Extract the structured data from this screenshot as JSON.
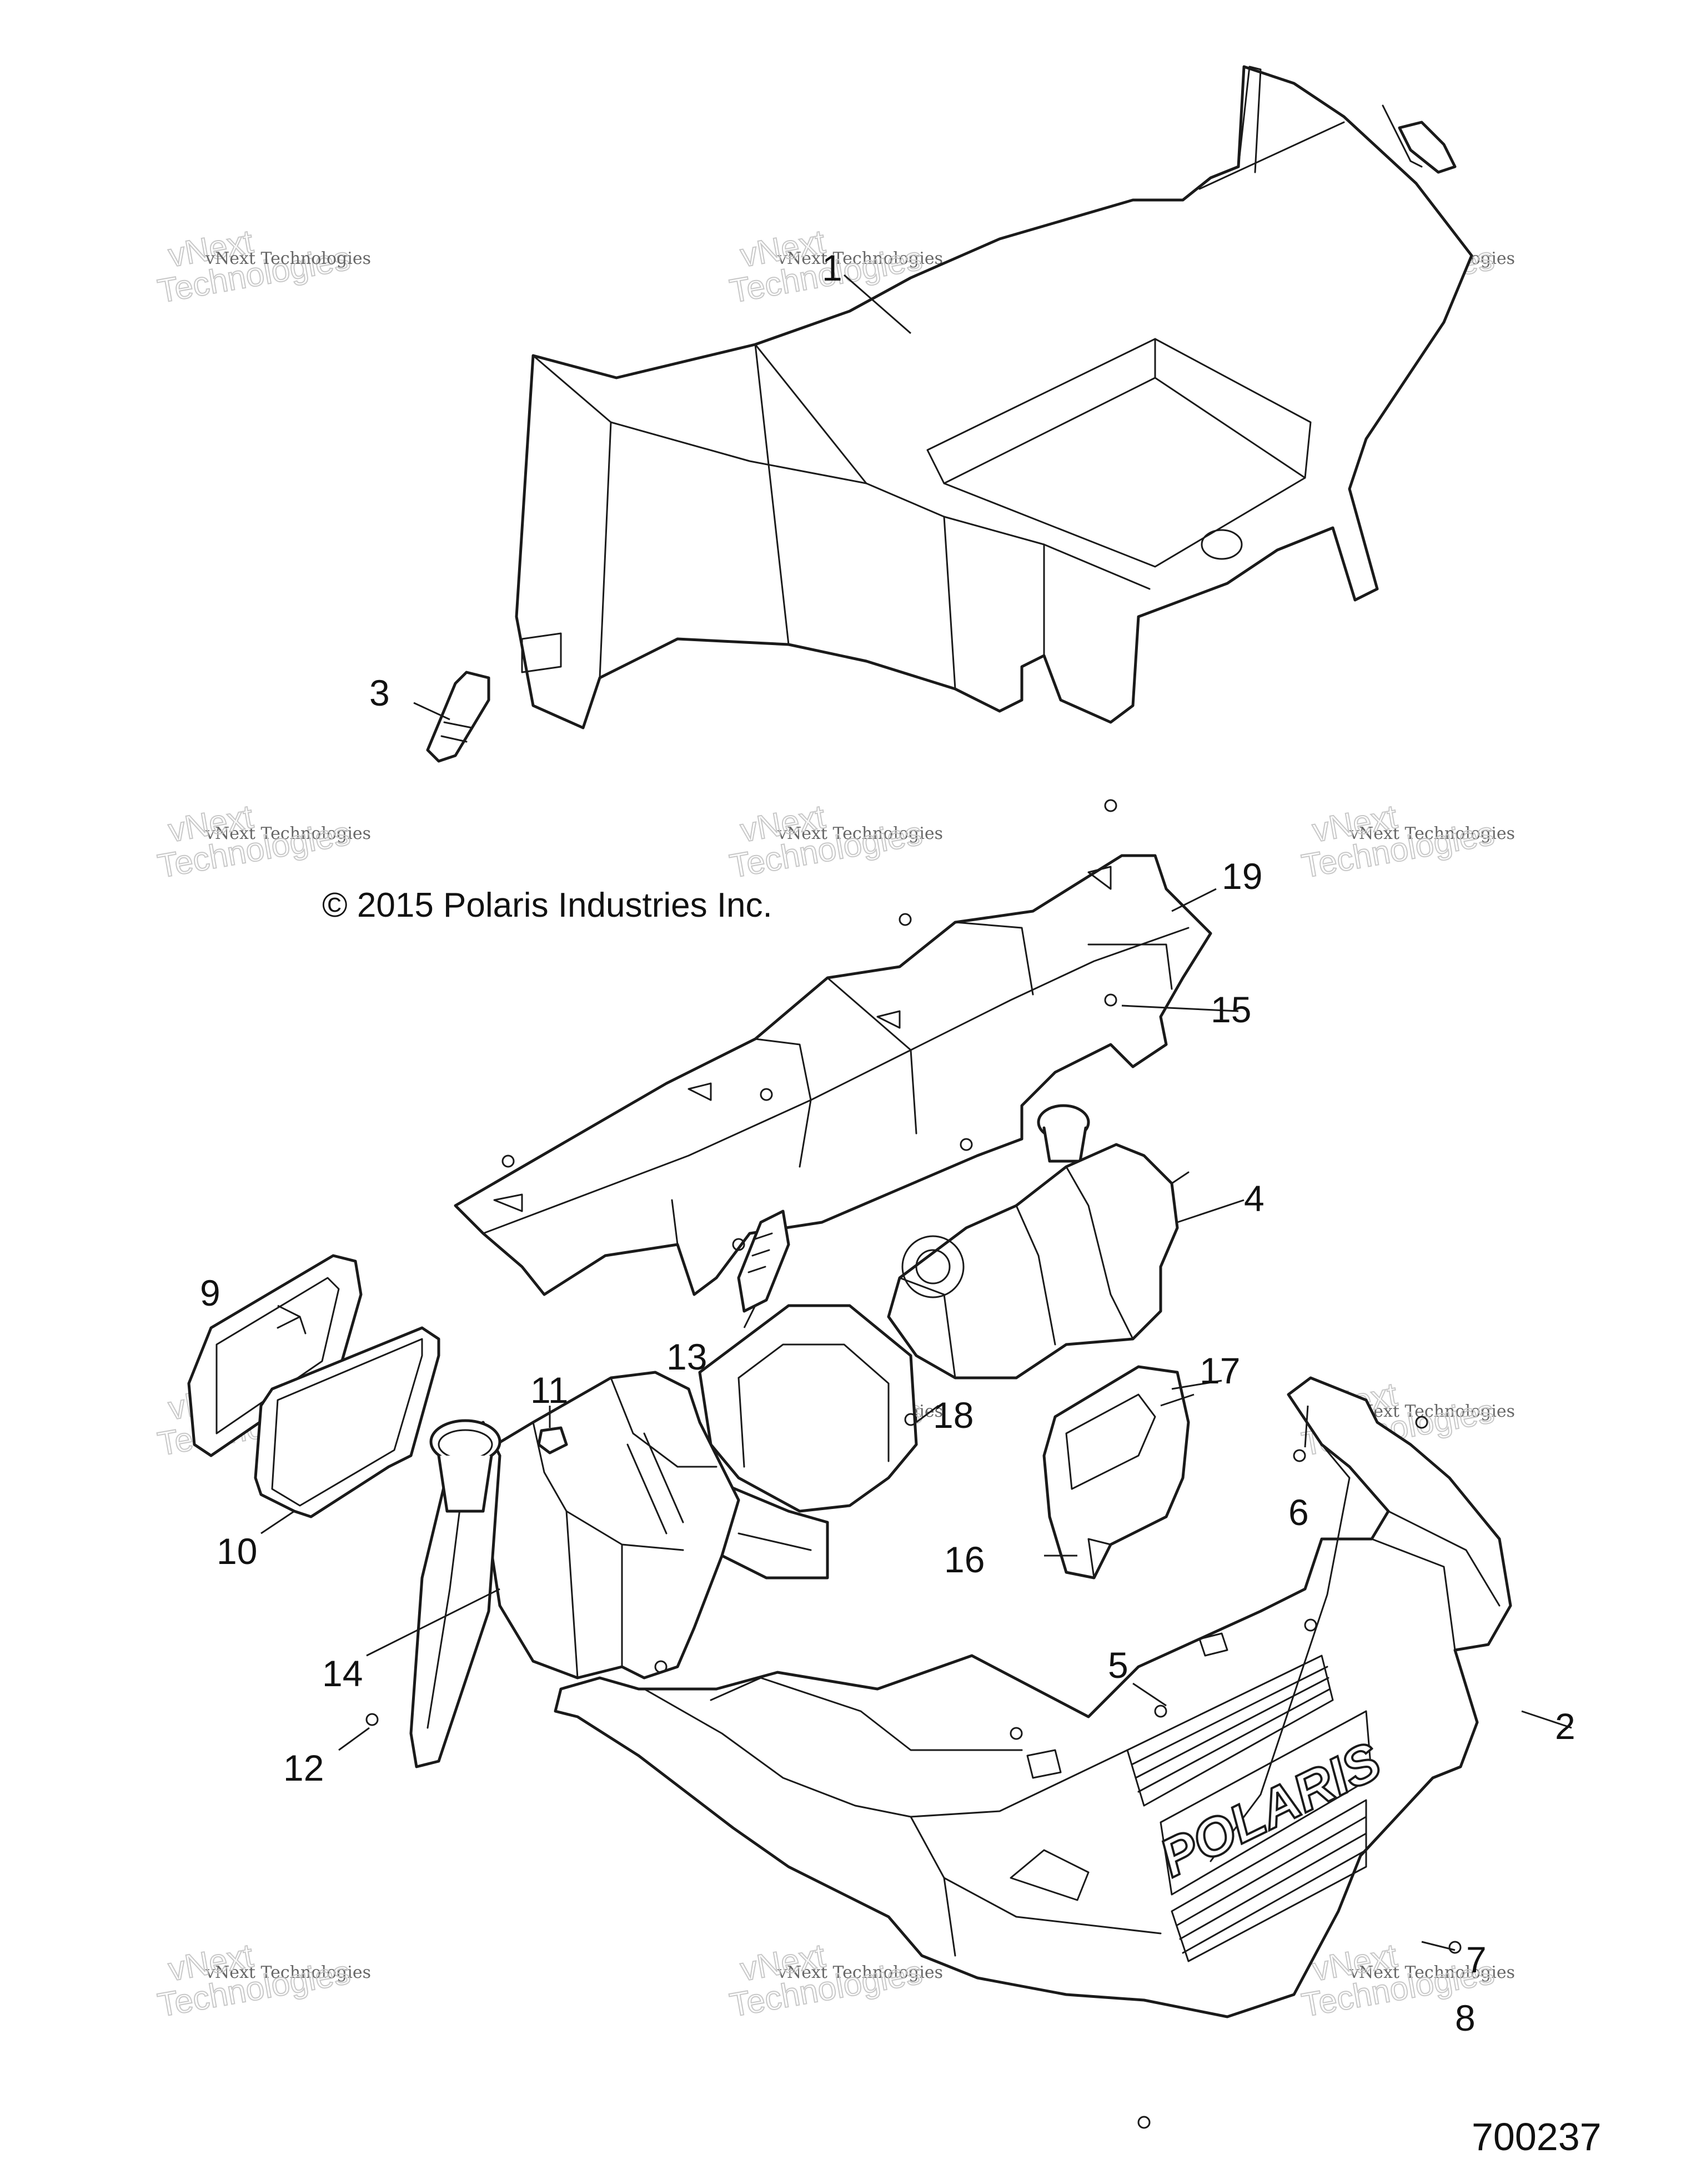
{
  "copyright": "© 2015 Polaris Industries Inc.",
  "drawing_number": "700237",
  "watermark": {
    "line1": "vNext Technologies",
    "line2": "vNext",
    "line3": "Technologies"
  },
  "brand_logo_text": "POLARIS",
  "callouts": [
    "1",
    "2",
    "3",
    "4",
    "5",
    "6",
    "7",
    "8",
    "9",
    "10",
    "11",
    "12",
    "13",
    "14",
    "15",
    "16",
    "17",
    "18",
    "19"
  ]
}
